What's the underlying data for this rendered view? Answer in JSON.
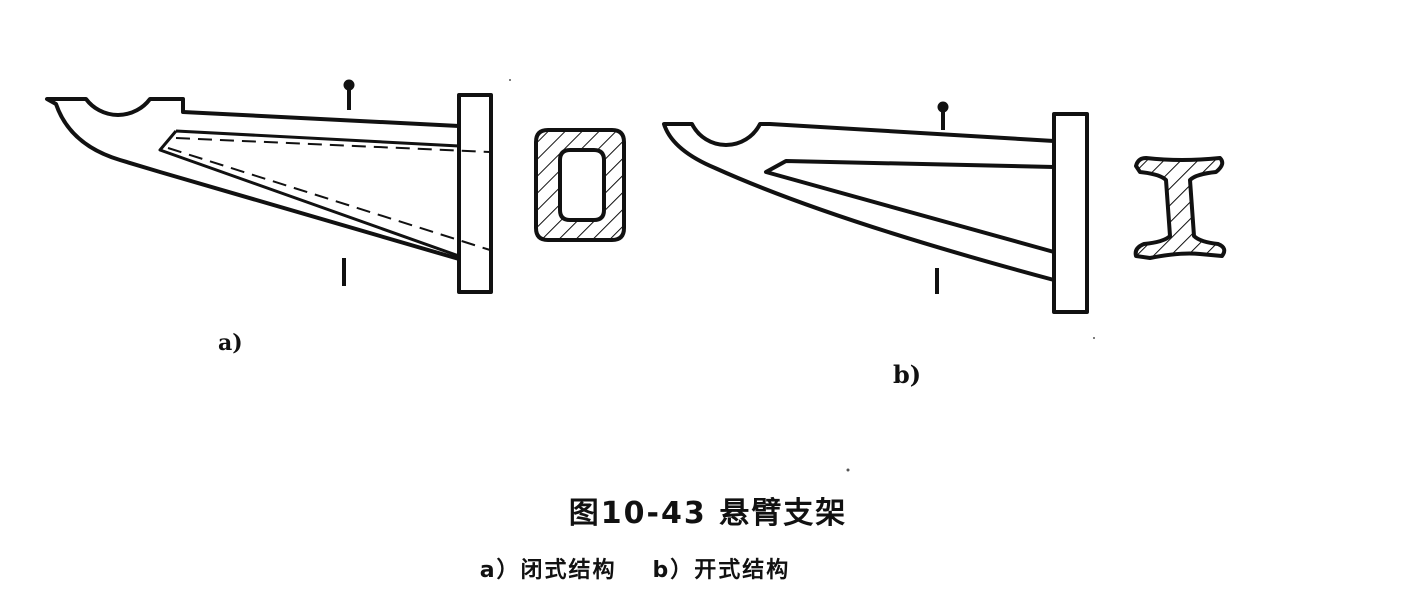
{
  "figure": {
    "label_a": "a)",
    "label_b": "b)",
    "section_marks": [
      "I",
      "I",
      "I",
      "I"
    ]
  },
  "caption": {
    "title": "图10-43  悬臂支架",
    "sub_a": "a）闭式结构",
    "sub_b": "b）开式结构"
  },
  "colors": {
    "ink": "#111111",
    "background": "#ffffff"
  }
}
